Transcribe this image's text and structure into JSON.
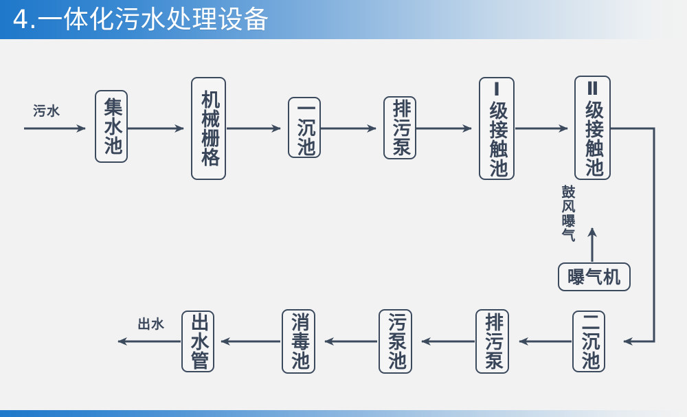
{
  "header": {
    "title": "4.一体化污水处理设备",
    "accent_color": "#1f78ca",
    "text_color": "#ffffff"
  },
  "footer": {
    "accent_color": "#1f78ca"
  },
  "diagram": {
    "background_color": "#f2f2f2",
    "line_color": "#3c4a5e",
    "box_fill": "#f5f5f5",
    "text_color": "#39465a",
    "labels": {
      "inlet": "污水",
      "outlet": "出水",
      "aeration": "鼓风曝气"
    },
    "nodes": [
      {
        "id": "collect-tank",
        "label": "集水池",
        "orientation": "vertical"
      },
      {
        "id": "mechanical-grille",
        "label": "机械栅格",
        "orientation": "vertical"
      },
      {
        "id": "primary-sed-tank",
        "label": "一沉池",
        "orientation": "vertical"
      },
      {
        "id": "sewage-pump-top",
        "label": "排污泵",
        "orientation": "vertical"
      },
      {
        "id": "contact-tank-1",
        "label": "Ⅰ级接触池",
        "orientation": "vertical"
      },
      {
        "id": "contact-tank-2",
        "label": "Ⅱ级接触池",
        "orientation": "vertical"
      },
      {
        "id": "aerator",
        "label": "曝气机",
        "orientation": "horizontal"
      },
      {
        "id": "secondary-sed-tank",
        "label": "二沉池",
        "orientation": "vertical"
      },
      {
        "id": "sewage-pump-bottom",
        "label": "排污泵",
        "orientation": "vertical"
      },
      {
        "id": "sludge-pump-tank",
        "label": "污泵池",
        "orientation": "vertical"
      },
      {
        "id": "disinfection-tank",
        "label": "消毒池",
        "orientation": "vertical"
      },
      {
        "id": "outlet-pipe",
        "label": "出水管",
        "orientation": "vertical"
      }
    ]
  }
}
